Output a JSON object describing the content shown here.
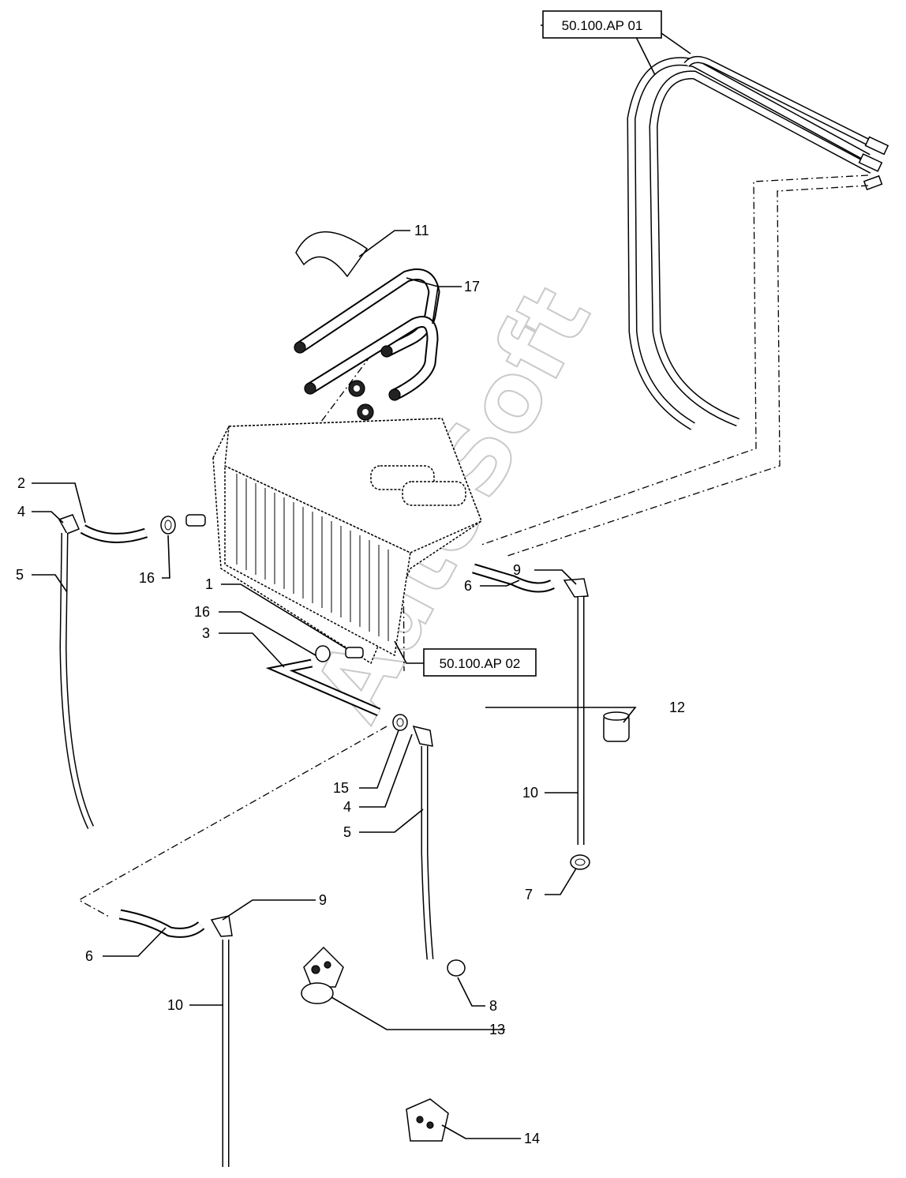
{
  "watermark": "AutoSoft",
  "references": {
    "ref_top": "50.100.AP 01",
    "ref_mid": "50.100.AP 02"
  },
  "callouts": {
    "c1": "1",
    "c2": "2",
    "c3": "3",
    "c4a": "4",
    "c4b": "4",
    "c5a": "5",
    "c5b": "5",
    "c6a": "6",
    "c6b": "6",
    "c7": "7",
    "c8": "8",
    "c9a": "9",
    "c9b": "9",
    "c10a": "10",
    "c10b": "10",
    "c11": "11",
    "c12": "12",
    "c13": "13",
    "c14": "14",
    "c15": "15",
    "c16a": "16",
    "c16b": "16",
    "c17": "17"
  }
}
